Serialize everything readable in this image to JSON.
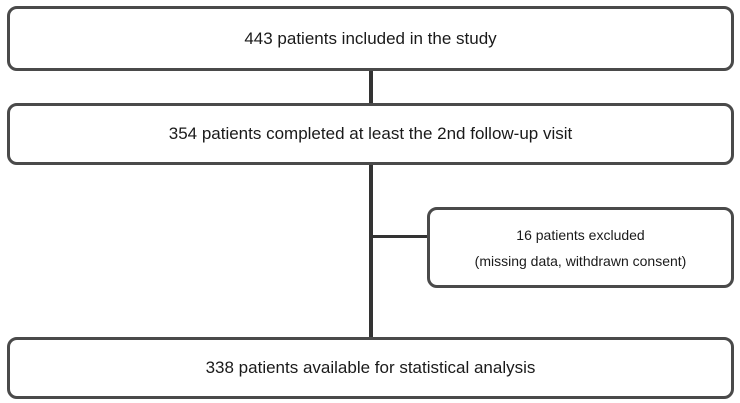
{
  "flowchart": {
    "included": "443 patients included in the study",
    "completed": "354 patients completed at least the 2nd follow-up visit",
    "excluded": {
      "title": "16 patients excluded",
      "reason": "(missing data, withdrawn consent)"
    },
    "available": "338 patients available for statistical analysis"
  }
}
